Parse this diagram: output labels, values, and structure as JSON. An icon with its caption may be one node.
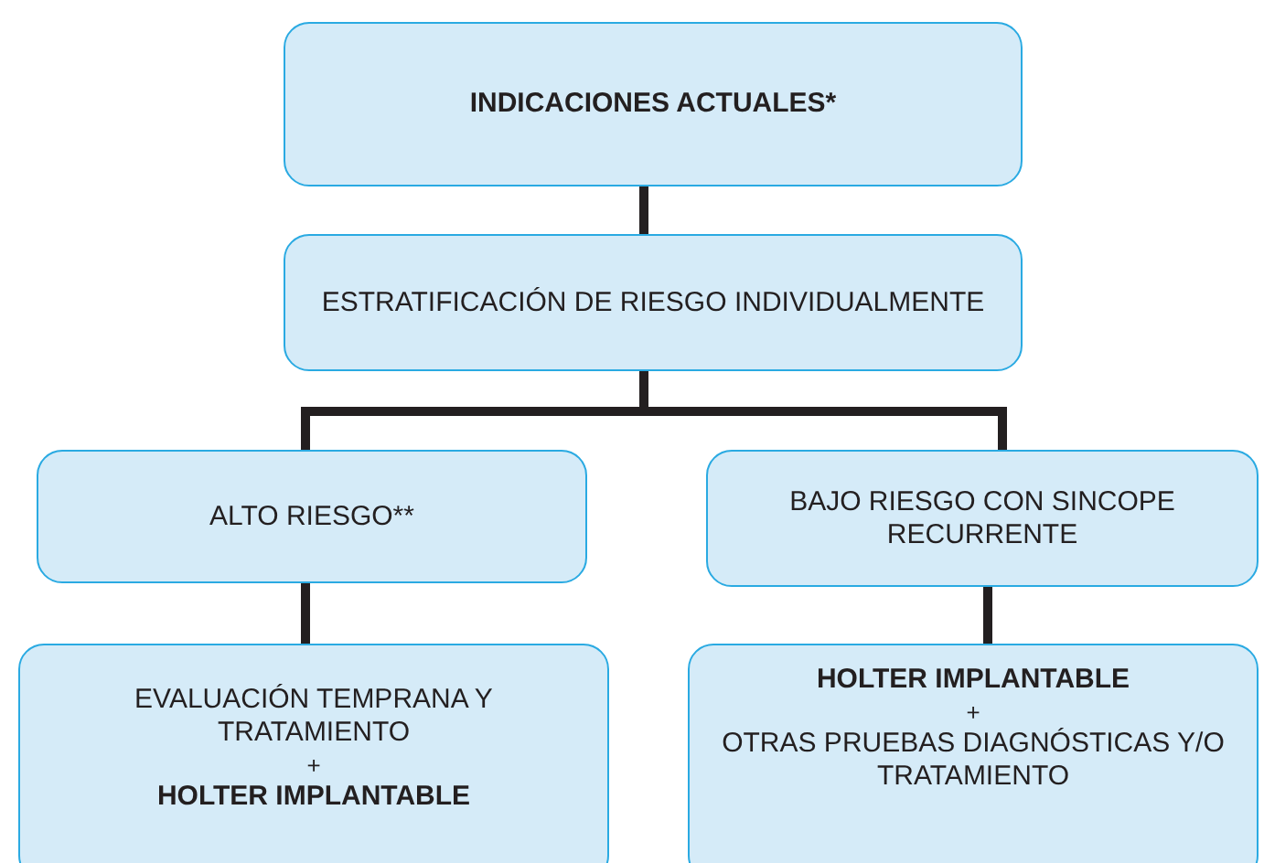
{
  "diagram": {
    "nodes": [
      {
        "text": [
          "INDICACIONES ACTUALES*"
        ]
      },
      {
        "text": [
          "ESTRATIFICACIÓN DE RIESGO INDIVIDUALMENTE"
        ]
      },
      {
        "text": [
          "ALTO RIESGO**"
        ]
      },
      {
        "text": [
          "BAJO RIESGO CON SINCOPE RECURRENTE"
        ]
      },
      {
        "text": [
          "EVALUACIÓN TEMPRANA Y TRATAMIENTO",
          "+",
          "**HOLTER IMPLANTABLE**"
        ]
      },
      {
        "text": [
          "**HOLTER IMPLANTABLE**",
          "+",
          "OTRAS PRUEBAS DIAGNÓSTICAS Y/O TRATAMIENTO"
        ]
      }
    ],
    "edges": [
      {
        "from": 0,
        "to": 1,
        "arrow": "none"
      },
      {
        "from": 1,
        "to": 2,
        "arrow": "none"
      },
      {
        "from": 1,
        "to": 3,
        "arrow": "none"
      },
      {
        "from": 2,
        "to": 4,
        "arrow": "none"
      },
      {
        "from": 3,
        "to": 5,
        "arrow": "none"
      }
    ]
  }
}
